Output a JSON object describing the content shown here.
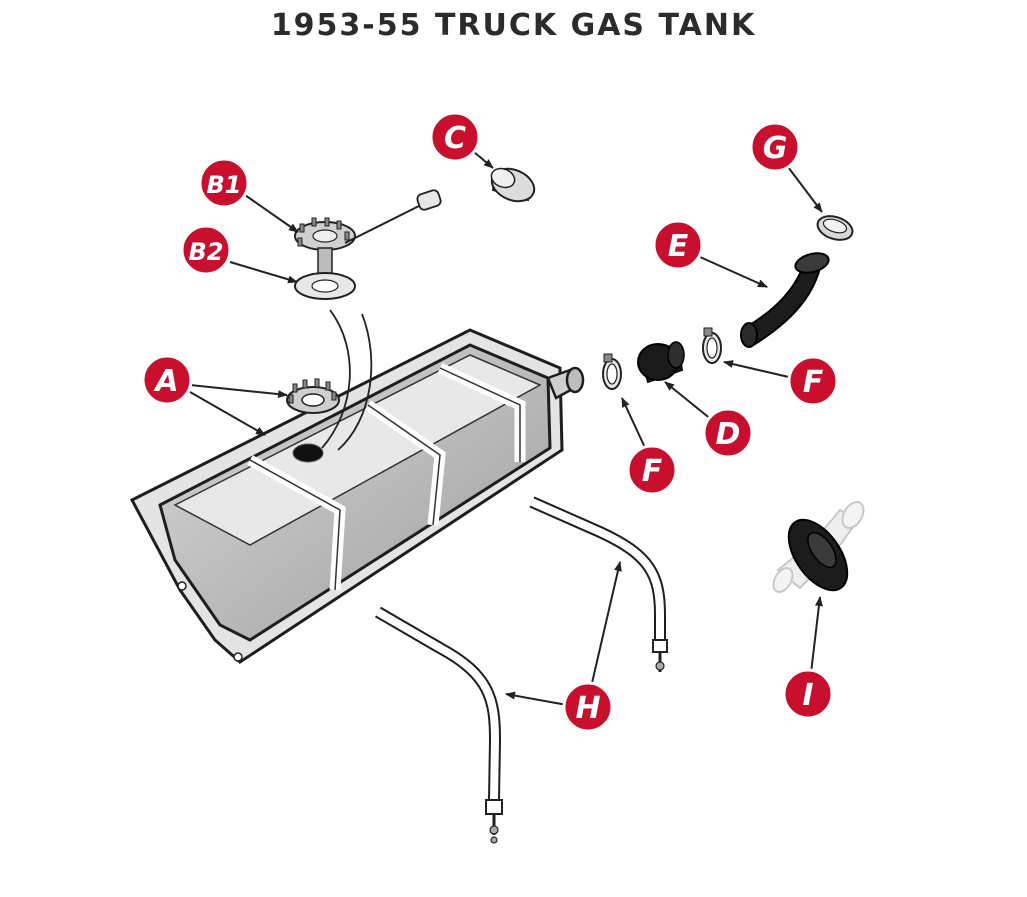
{
  "title": "1953-55 TRUCK GAS TANK",
  "colors": {
    "badge_fill": "#c8102e",
    "badge_stroke": "#ffffff",
    "tank_fill": "#b9b9b9",
    "tank_stroke": "#1e1e1e",
    "rubber": "#2a2a2a"
  },
  "callouts": {
    "A": "A",
    "B1": "B1",
    "B2": "B2",
    "C": "C",
    "D": "D",
    "E": "E",
    "F_left": "F",
    "F_right": "F",
    "G": "G",
    "H": "H",
    "I": "I"
  }
}
